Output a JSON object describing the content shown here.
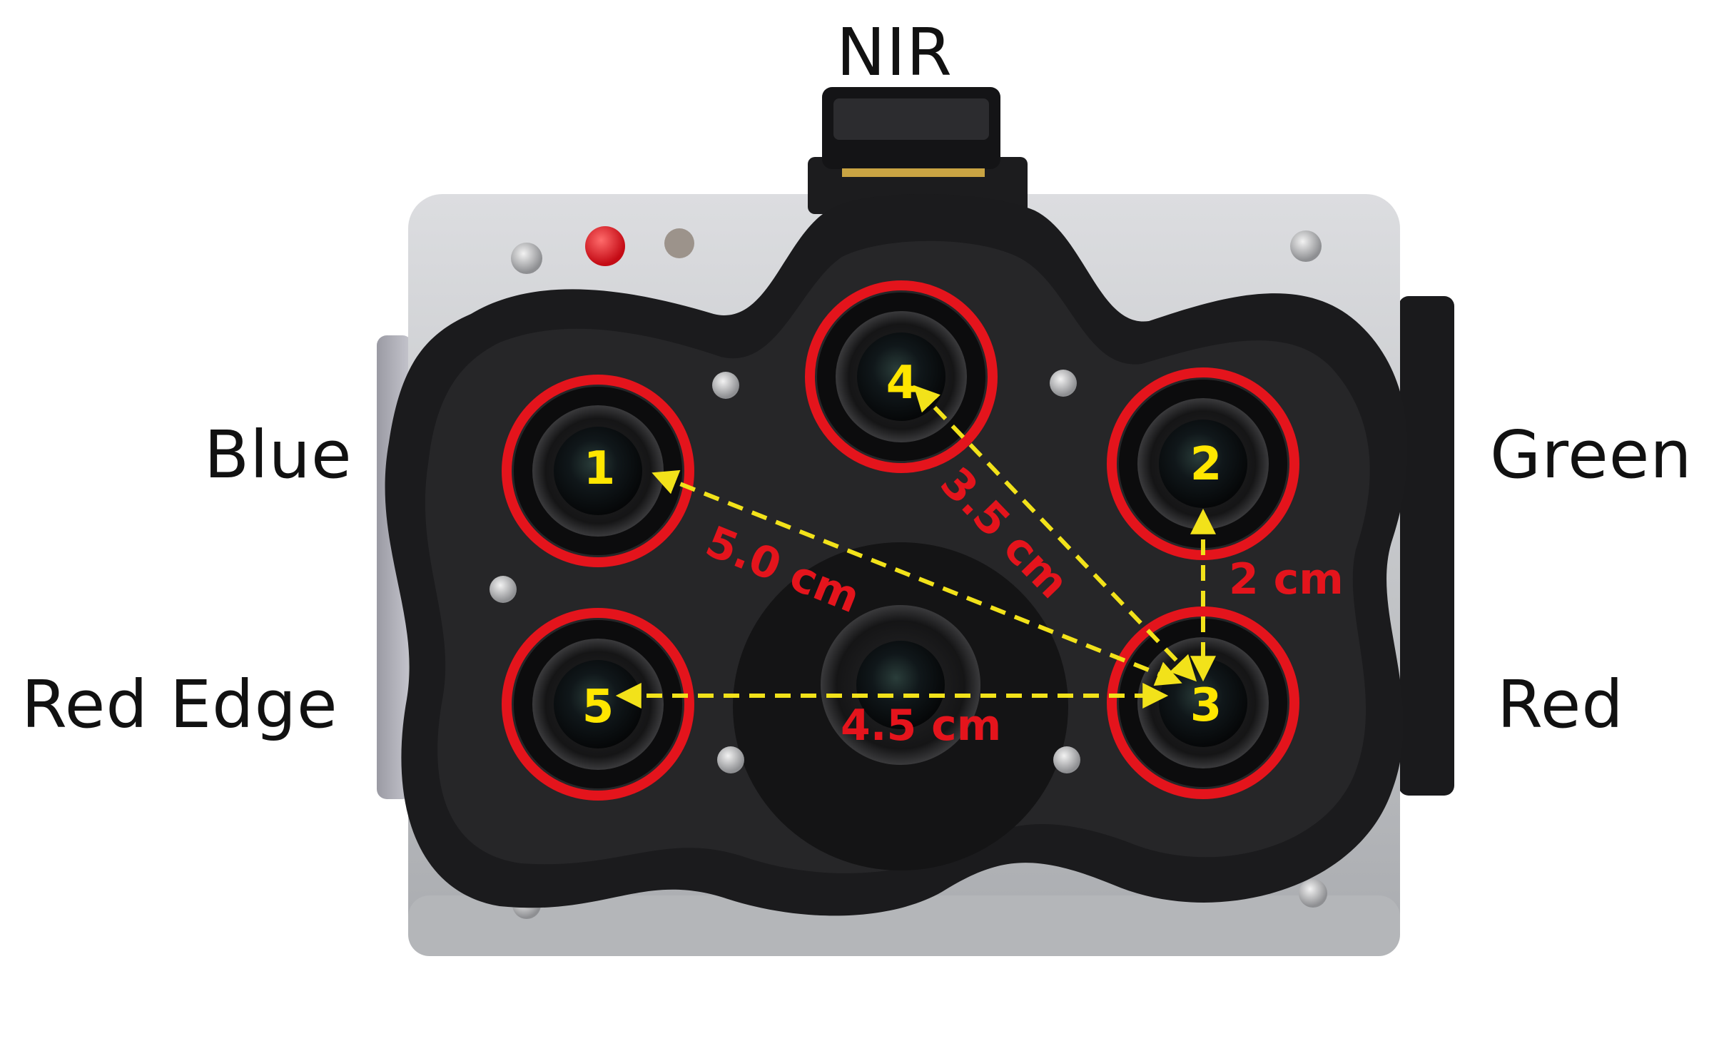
{
  "bands": {
    "nir": "NIR",
    "blue": "Blue",
    "green": "Green",
    "red_edge": "Red Edge",
    "red": "Red"
  },
  "lenses": {
    "l1": "1",
    "l2": "2",
    "l3": "3",
    "l4": "4",
    "l5": "5"
  },
  "distances": {
    "d_1_3": "5.0 cm",
    "d_4_3": "3.5 cm",
    "d_2_3": "2 cm",
    "d_5_3": "4.5 cm"
  },
  "colors": {
    "ring": "#e4141c",
    "arrow": "#f2e21a",
    "lens_number": "#ffe600",
    "distance_text": "#e4141c",
    "body_silver": "#c9cacd",
    "hood_black": "#1b1b1d"
  }
}
